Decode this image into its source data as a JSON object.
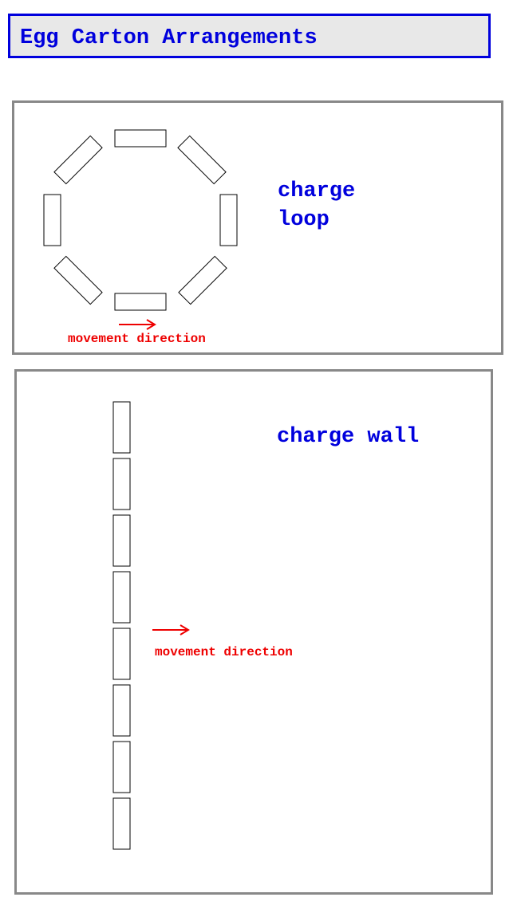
{
  "header": {
    "title": "Egg Carton Arrangements"
  },
  "loop_panel": {
    "label_line1": "charge",
    "label_line2": "loop",
    "movement_label": "movement direction",
    "carton_count": 8
  },
  "wall_panel": {
    "label": "charge wall",
    "movement_label": "movement direction",
    "carton_count": 8
  },
  "colors": {
    "title_text": "#0000dd",
    "title_border": "#0000dd",
    "title_background": "#e8e8e8",
    "panel_border": "#888888",
    "arrow": "#ee0000"
  }
}
